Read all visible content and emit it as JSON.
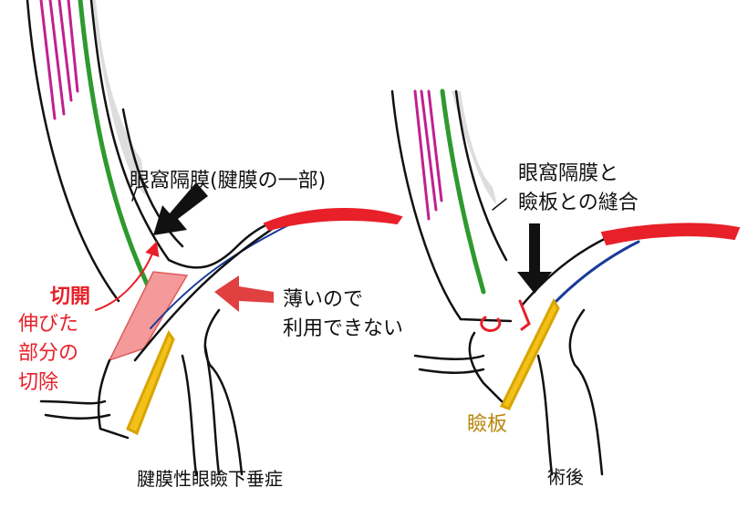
{
  "left_panel": {
    "caption": "腱膜性眼瞼下垂症",
    "septum_label": "眼窩隔膜(腱膜の一部)",
    "incision_label": "切開",
    "excision_label_lines": [
      "伸びた",
      "部分の",
      "切除"
    ],
    "thin_label_lines": [
      "薄いので",
      "利用できない"
    ]
  },
  "right_panel": {
    "caption": "術後",
    "suture_label_lines": [
      "眼窩隔膜と",
      "瞼板との縫合"
    ],
    "tarsus_label": "瞼板"
  },
  "colors": {
    "skin_red": "#e8202a",
    "muscle_green": "#2e9a2e",
    "hair_magenta": "#c0208f",
    "tarsus_yellow": "#f2c21b",
    "aponeurosis_blue": "#1a3a9a",
    "excised_pink": "#f49a9a",
    "tarsus_label_gold": "#b8860b"
  }
}
